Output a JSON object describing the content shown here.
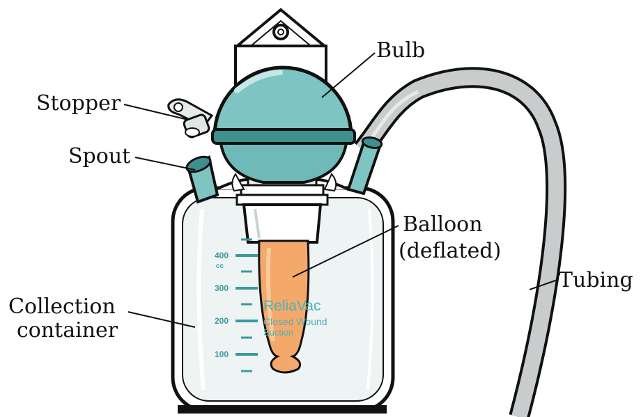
{
  "labels": {
    "bulb": "Bulb",
    "stopper": "Stopper",
    "spout": "Spout",
    "balloon_line1": "Balloon",
    "balloon_line2": "(deflated)",
    "tubing": "Tubing",
    "collection_line1": "Collection",
    "collection_line2": "container"
  },
  "scale": {
    "marks": [
      "400",
      "300",
      "200",
      "100"
    ],
    "unit": "cc"
  },
  "brand": {
    "name": "ReliaVac",
    "line1": "Closed Wound",
    "line2": "Suction"
  },
  "colors": {
    "teal": "#7ec4c3",
    "teal_dark": "#3e8f8e",
    "balloon": "#f4a86a",
    "glass_tint": "#eef4f4",
    "tubing": "#c9cccc"
  }
}
